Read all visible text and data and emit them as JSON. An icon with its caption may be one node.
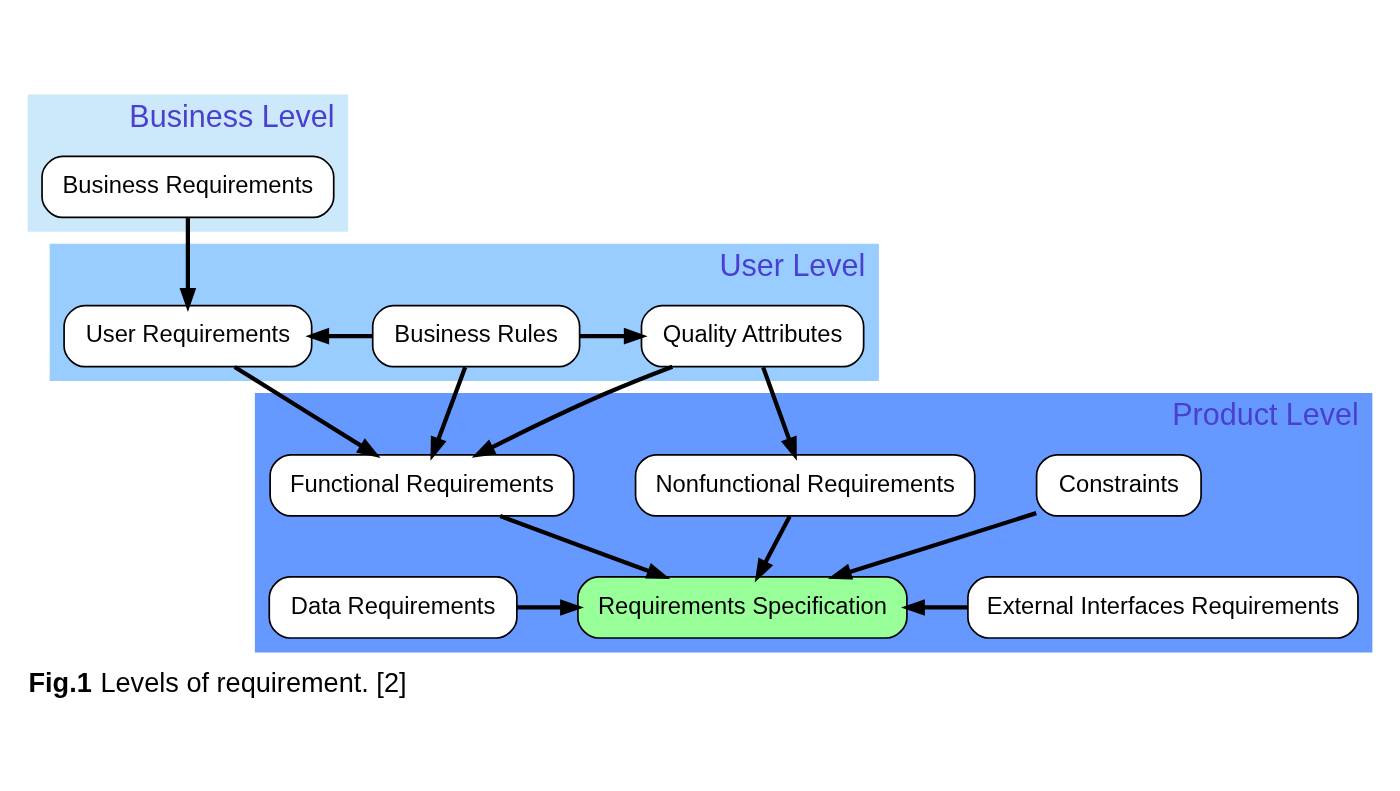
{
  "diagram": {
    "caption": "**Fig.1** Levels of requirement. [2]",
    "nodes": [
      {
        "text": [
          "Business Level"
        ]
      },
      {
        "text": [
          "Business Requirements"
        ],
        "in": 0
      },
      {
        "text": [
          "User Level"
        ]
      },
      {
        "text": [
          "User Requirements"
        ],
        "in": 2
      },
      {
        "text": [
          "Business Rules"
        ],
        "in": 2
      },
      {
        "text": [
          "Quality Attributes"
        ],
        "in": 2
      },
      {
        "text": [
          "Product Level"
        ]
      },
      {
        "text": [
          "Constraints"
        ],
        "in": 6
      },
      {
        "text": [
          "Functional Requirements"
        ],
        "in": 6
      },
      {
        "text": [
          "Nonfunctional Requirements"
        ],
        "in": 6
      },
      {
        "text": [
          "Data Requirements"
        ],
        "in": 6
      },
      {
        "text": [
          "Requirements Specification"
        ],
        "in": 6
      },
      {
        "text": [
          "External Interfaces Requirements"
        ],
        "in": 6
      }
    ],
    "edges": [
      {
        "from": 1,
        "to": 3,
        "arrow": "to"
      },
      {
        "from": 4,
        "to": 3,
        "arrow": "to"
      },
      {
        "from": 4,
        "to": 5,
        "arrow": "to"
      },
      {
        "from": 3,
        "to": 8,
        "arrow": "to"
      },
      {
        "from": 4,
        "to": 8,
        "arrow": "to"
      },
      {
        "from": 5,
        "to": 8,
        "arrow": "to"
      },
      {
        "from": 5,
        "to": 9,
        "arrow": "to"
      },
      {
        "from": 7,
        "to": 11,
        "arrow": "to"
      },
      {
        "from": 8,
        "to": 11,
        "arrow": "to"
      },
      {
        "from": 9,
        "to": 11,
        "arrow": "to"
      },
      {
        "from": 10,
        "to": 11,
        "arrow": "to"
      },
      {
        "from": 12,
        "to": 11,
        "arrow": "to"
      }
    ]
  }
}
